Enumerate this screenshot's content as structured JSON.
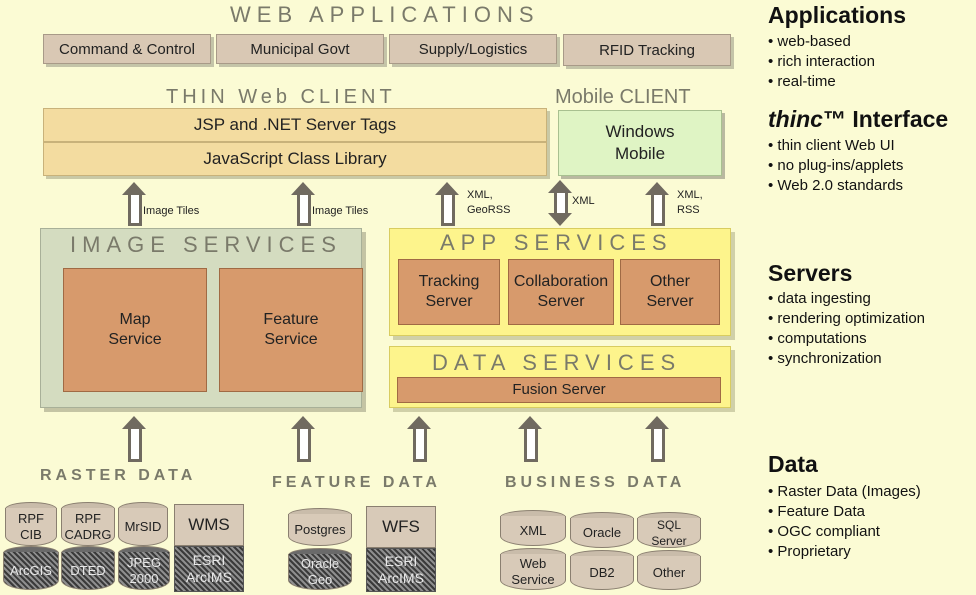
{
  "web_applications": {
    "title": "WEB APPLICATIONS",
    "tabs": [
      "Command & Control",
      "Municipal Govt",
      "Supply/Logistics",
      "RFID Tracking"
    ]
  },
  "thin_client": {
    "title": "THIN Web CLIENT",
    "rows": [
      "JSP and .NET Server Tags",
      "JavaScript Class Library"
    ]
  },
  "mobile_client": {
    "title": "Mobile CLIENT",
    "box_line1": "Windows",
    "box_line2": "Mobile"
  },
  "arrows": {
    "image_tiles_1": "Image Tiles",
    "image_tiles_2": "Image Tiles",
    "xml_georss_1": "XML,",
    "xml_georss_2": "GeoRSS",
    "xml": "XML",
    "xml_rss_1": "XML,",
    "xml_rss_2": "RSS"
  },
  "image_services": {
    "title": "IMAGE SERVICES",
    "map_1": "Map",
    "map_2": "Service",
    "feature_1": "Feature",
    "feature_2": "Service"
  },
  "app_services": {
    "title": "APP SERVICES",
    "tracking_1": "Tracking",
    "tracking_2": "Server",
    "collab_1": "Collaboration",
    "collab_2": "Server",
    "other_1": "Other",
    "other_2": "Server"
  },
  "data_services": {
    "title": "DATA SERVICES",
    "fusion": "Fusion Server"
  },
  "data_sources": {
    "raster_title": "RASTER DATA",
    "feature_title": "FEATURE DATA",
    "business_title": "BUSINESS DATA",
    "raster": {
      "rpf_cib_1": "RPF",
      "rpf_cib_2": "CIB",
      "rpf_cadrg_1": "RPF",
      "rpf_cadrg_2": "CADRG",
      "mrsid": "MrSID",
      "wms": "WMS",
      "arcgis": "ArcGIS",
      "dted": "DTED",
      "jpeg_1": "JPEG",
      "jpeg_2": "2000",
      "esri_1": "ESRI",
      "esri_2": "ArcIMS"
    },
    "feature": {
      "postgres": "Postgres",
      "wfs": "WFS",
      "oracle_1": "Oracle",
      "oracle_2": "Geo",
      "esri_1": "ESRI",
      "esri_2": "ArcIMS"
    },
    "business": {
      "xml": "XML",
      "oracle": "Oracle",
      "sqlserver": "SQL Server",
      "web_1": "Web",
      "web_2": "Service",
      "db2": "DB2",
      "other": "Other"
    }
  },
  "right_panel": {
    "applications_heading": "Applications",
    "applications_items": [
      "web-based",
      "rich interaction",
      "real-time"
    ],
    "thinc_heading_italic": "thinc",
    "thinc_heading_rest": "™ Interface",
    "thinc_items": [
      "thin client Web UI",
      "no plug-ins/applets",
      "Web 2.0 standards"
    ],
    "servers_heading": "Servers",
    "servers_items": [
      "data ingesting",
      "rendering optimization",
      "computations",
      "synchronization"
    ],
    "data_heading": "Data",
    "data_items": [
      "Raster Data (Images)",
      "Feature Data",
      "OGC compliant",
      "Proprietary"
    ]
  },
  "colors": {
    "background": "#fbfbd4",
    "image_services_panel": "#d4dcc0",
    "app_services_panel": "#fdf48c",
    "server_box": "#d79a6c",
    "client_row": "#f3dca0",
    "mobile_box": "#dff4c4"
  }
}
